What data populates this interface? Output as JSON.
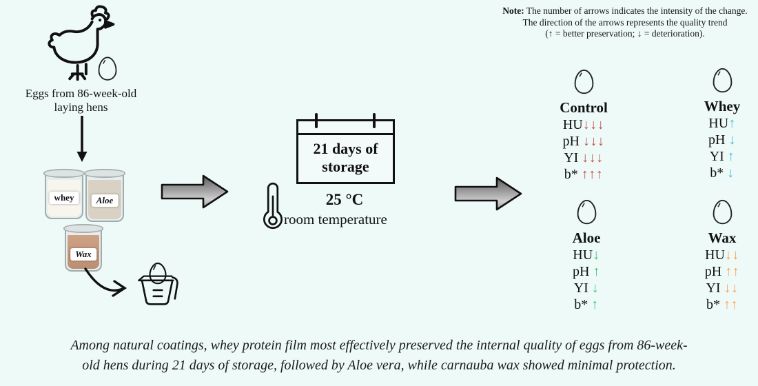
{
  "colors": {
    "background": "#eefaf8",
    "control_arrows": "#c0504d",
    "whey_arrows": "#3fb9f0",
    "aloe_arrows": "#33c975",
    "wax_arrows": "#fba04f"
  },
  "note": {
    "bold": "Note:",
    "text": " The number of arrows indicates the intensity of the change.",
    "line2": "The direction of the arrows represents the quality trend",
    "line3": "(↑ = better preservation; ↓ = deterioration)."
  },
  "source": {
    "line1": "Eggs from 86-week-old",
    "line2": "laying hens"
  },
  "coatings": {
    "whey_label": "whey",
    "aloe_label": "Aloe",
    "wax_label": "Wax"
  },
  "storage": {
    "duration_line1": "21 days of",
    "duration_line2": "storage",
    "temperature": "25 °C",
    "condition": "room temperature"
  },
  "results": [
    {
      "name": "Control",
      "color": "#c0504d",
      "rows": [
        {
          "param": "HU",
          "arrows": "↓↓↓"
        },
        {
          "param": "pH",
          "arrows": "↓↓↓"
        },
        {
          "param": "YI",
          "arrows": "↓↓↓"
        },
        {
          "param": "b*",
          "arrows": "↑↑↑"
        }
      ]
    },
    {
      "name": "Whey",
      "color": "#3fb9f0",
      "rows": [
        {
          "param": "HU",
          "arrows": "↑"
        },
        {
          "param": "pH",
          "arrows": "↓"
        },
        {
          "param": "YI",
          "arrows": "↑"
        },
        {
          "param": "b*",
          "arrows": "↓"
        }
      ]
    },
    {
      "name": "Aloe",
      "color": "#33c975",
      "rows": [
        {
          "param": "HU",
          "arrows": "↓"
        },
        {
          "param": "pH",
          "arrows": "↑"
        },
        {
          "param": "YI",
          "arrows": "↓"
        },
        {
          "param": "b*",
          "arrows": "↑"
        }
      ]
    },
    {
      "name": "Wax",
      "color": "#fba04f",
      "rows": [
        {
          "param": "HU",
          "arrows": "↓↓"
        },
        {
          "param": "pH",
          "arrows": "↑↑"
        },
        {
          "param": "YI",
          "arrows": "↓↓"
        },
        {
          "param": "b*",
          "arrows": "↑↑"
        }
      ]
    }
  ],
  "caption": {
    "line1": "Among natural coatings, whey protein film most effectively preserved the internal quality of eggs from 86-week-",
    "line2": "old hens during 21 days of storage, followed by Aloe vera, while carnauba wax showed minimal protection."
  }
}
